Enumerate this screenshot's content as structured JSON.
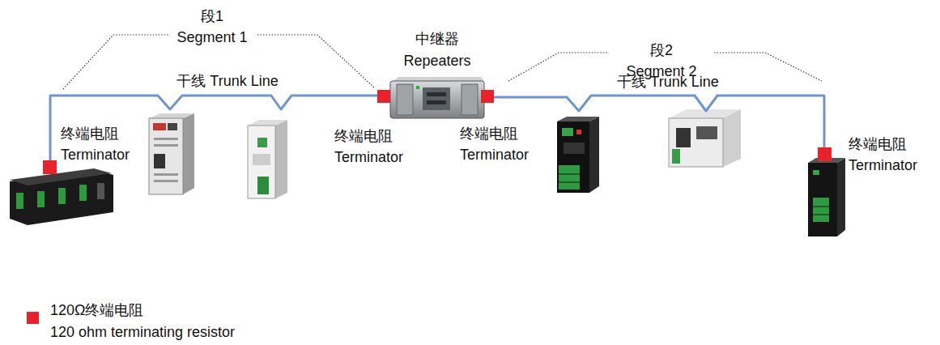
{
  "diagram": {
    "nodes": [
      {
        "text": [
          "中继器 Repeaters"
        ]
      }
    ],
    "labels": [
      "段1 Segment 1",
      "段2 Segment 2",
      "干线 Trunk Line",
      "干线 Trunk Line",
      "终端电阻 Terminator",
      "终端电阻 Terminator",
      "终端电阻 Terminator",
      "终端电阻 Terminator"
    ],
    "legend": [
      {
        "text": "120Ω终端电阻 120 ohm terminating resistor",
        "color": "#e8212b"
      }
    ]
  }
}
